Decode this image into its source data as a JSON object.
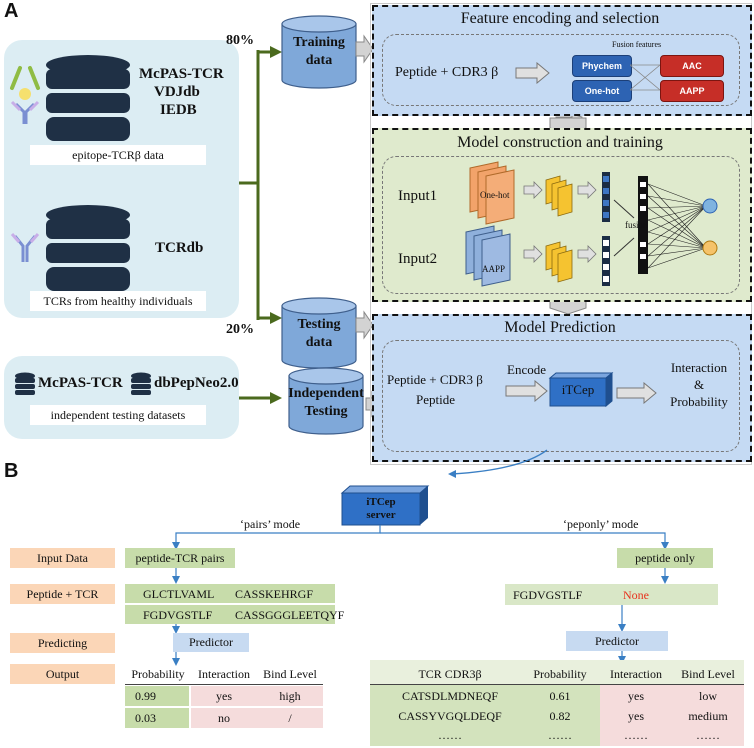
{
  "panels": {
    "a": "A",
    "b": "B"
  },
  "sources": {
    "db1": [
      "McPAS-TCR",
      "VDJdb",
      "IEDB"
    ],
    "epitope_label": "epitope-TCRβ data",
    "db2": "TCRdb",
    "healthy_label": "TCRs from healthy individuals",
    "indep1": "McPAS-TCR",
    "indep2": "dbPepNeo2.0",
    "indep_label": "independent testing datasets"
  },
  "split": {
    "train_pct": "80%",
    "test_pct": "20%"
  },
  "cylinders": {
    "training": [
      "Training",
      "data"
    ],
    "testing": [
      "Testing",
      "data"
    ],
    "independent": [
      "Independent",
      "Testing"
    ]
  },
  "feature": {
    "title": "Feature encoding and selection",
    "input": "Peptide + CDR3 β",
    "fusion_label": "Fusion features",
    "physchem": "Phychem",
    "onehot": "One-hot",
    "aac": "AAC",
    "aapp": "AAPP"
  },
  "model": {
    "title": "Model construction and training",
    "input1": "Input1",
    "input2": "Input2",
    "onehot_tag": "One-hot",
    "aapp_tag": "AAPP",
    "fusion": "fusion"
  },
  "prediction": {
    "title": "Model Prediction",
    "input_line1": "Peptide + CDR3 β",
    "input_line2": "Peptide",
    "encode": "Encode",
    "itcep": "iTCep",
    "result": [
      "Interaction",
      "&",
      "Probability"
    ]
  },
  "server": {
    "label": [
      "iTCep",
      "server"
    ],
    "pairs_mode": "‘pairs’ mode",
    "peponly_mode": "‘peponly’ mode"
  },
  "rows": [
    "Input Data",
    "Peptide + TCR",
    "Predicting",
    "Output"
  ],
  "pairs": {
    "input": "peptide-TCR pairs",
    "pairs": [
      [
        "GLCTLVAML",
        "CASSKEHRGF"
      ],
      [
        "FGDVGSTLF",
        "CASSGGGLEETQYF"
      ]
    ],
    "predictor": "Predictor",
    "headers": [
      "Probability",
      "Interaction",
      "Bind Level"
    ],
    "rows": [
      [
        "0.99",
        "yes",
        "high"
      ],
      [
        "0.03",
        "no",
        "/"
      ]
    ]
  },
  "peponly": {
    "input": "peptide only",
    "peptide": "FGDVGSTLF",
    "tcr": "None",
    "predictor": "Predictor",
    "headers": [
      "TCR CDR3β",
      "Probability",
      "Interaction",
      "Bind Level"
    ],
    "rows": [
      [
        "CATSDLMDNEQF",
        "0.61",
        "yes",
        "low"
      ],
      [
        "CASSYVGQLDEQF",
        "0.82",
        "yes",
        "medium"
      ],
      [
        "……",
        "……",
        "……",
        "……"
      ]
    ]
  },
  "colors": {
    "green_arrow": "#4b6a1e",
    "blue_arrow": "#3a7fc4",
    "none_red": "#e8321e"
  }
}
